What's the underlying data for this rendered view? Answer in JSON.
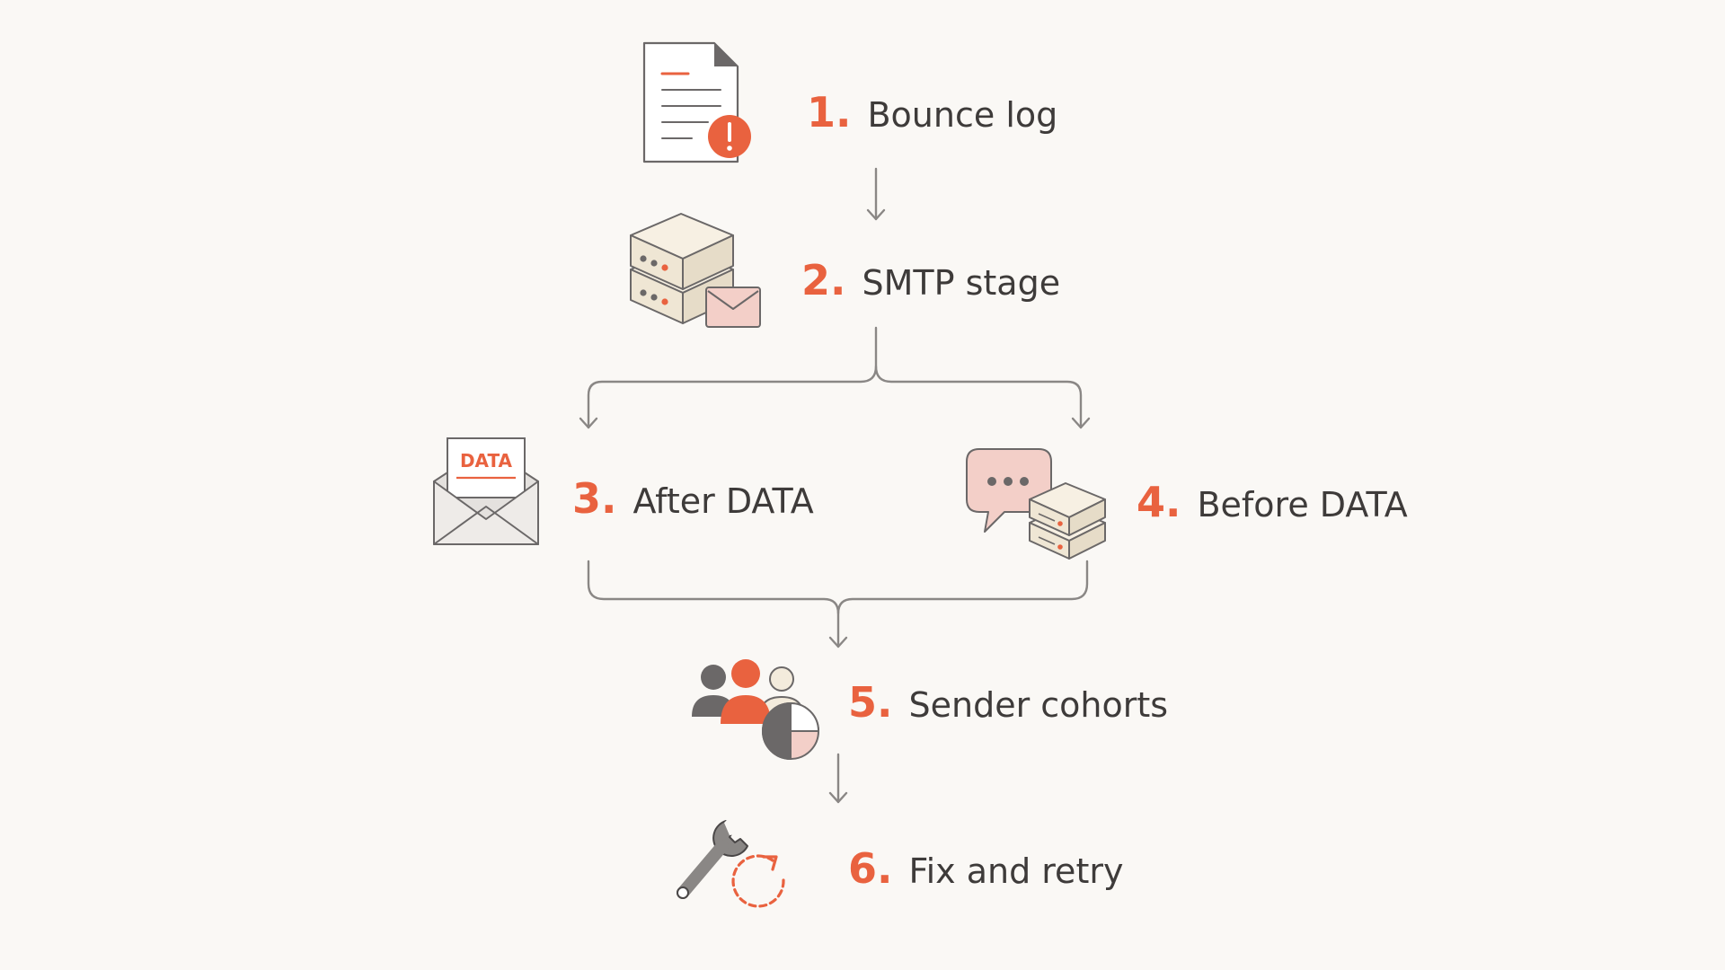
{
  "steps": [
    {
      "number": "1.",
      "label": "Bounce log",
      "icon": "document-alert-icon"
    },
    {
      "number": "2.",
      "label": "SMTP stage",
      "icon": "server-mail-icon"
    },
    {
      "number": "3.",
      "label": "After DATA",
      "icon": "envelope-data-icon"
    },
    {
      "number": "4.",
      "label": "Before DATA",
      "icon": "chat-server-icon"
    },
    {
      "number": "5.",
      "label": "Sender cohorts",
      "icon": "people-pie-icon"
    },
    {
      "number": "6.",
      "label": "Fix and retry",
      "icon": "wrench-retry-icon"
    }
  ],
  "icon_texts": {
    "envelope_letter": "DATA"
  },
  "colors": {
    "accent": "#e9623f",
    "text": "#3e3b3a",
    "line": "#8a8785",
    "background": "#faf8f5",
    "cream": "#f3ebdc",
    "pink": "#f3cfc8",
    "dark_gray": "#6b6868"
  }
}
